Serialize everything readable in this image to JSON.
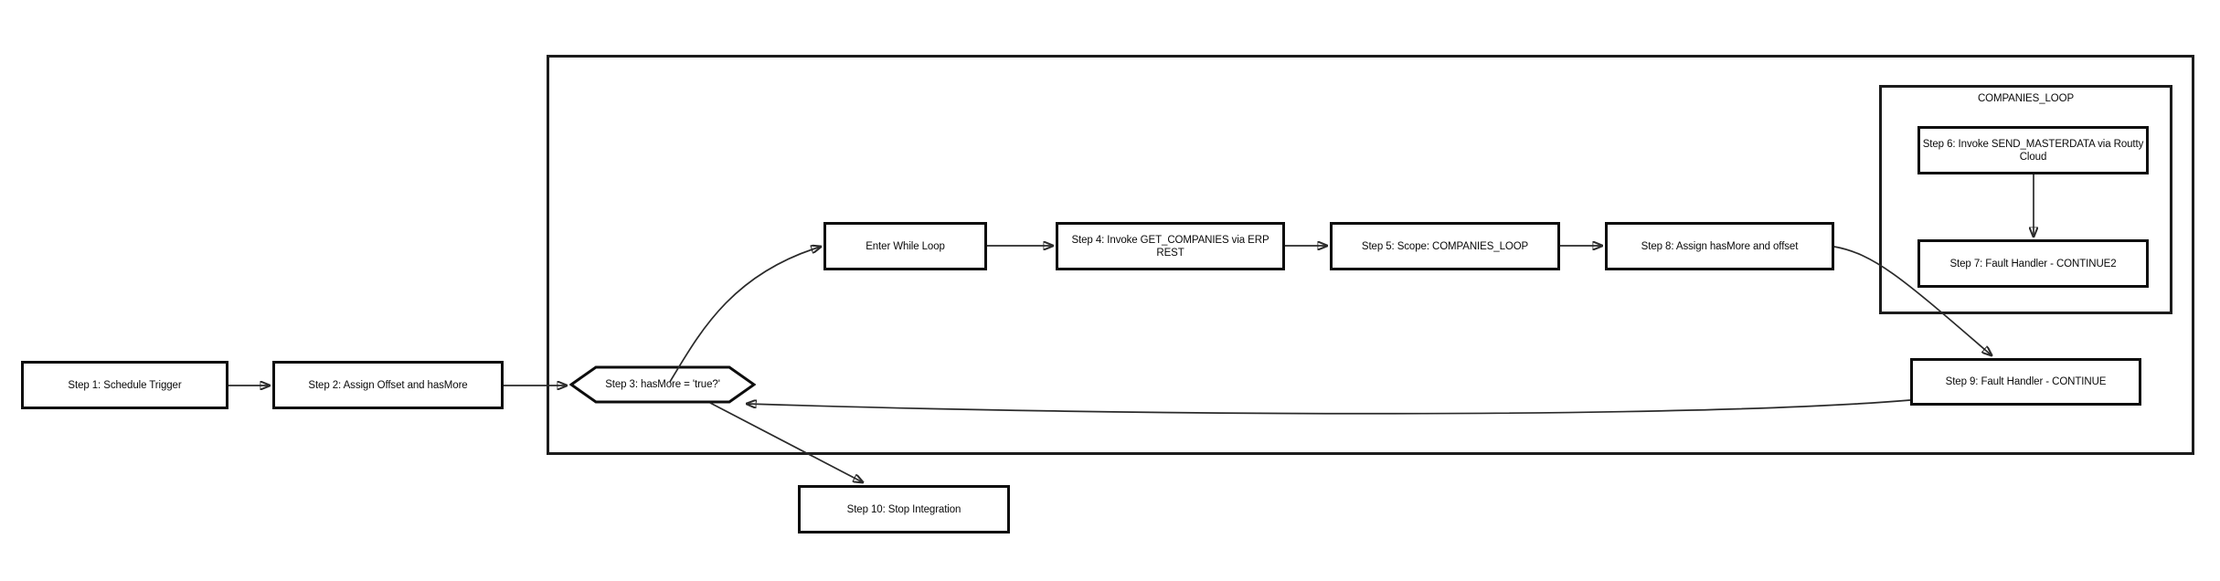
{
  "diagram": {
    "type": "flowchart",
    "background_color": "#ffffff",
    "node_fill_color": "#ffffff",
    "node_border_color": "#0d0d0d",
    "edge_color": "#2a2a2a",
    "text_color": "#0a0a0a",
    "nodes": {
      "step1": {
        "label": "Step 1: Schedule Trigger",
        "shape": "rectangle"
      },
      "step2": {
        "label": "Step 2: Assign Offset and hasMore",
        "shape": "rectangle"
      },
      "step3": {
        "label": "Step 3: hasMore = 'true?'",
        "shape": "hexagon"
      },
      "enter_while": {
        "label": "Enter While Loop",
        "shape": "rectangle"
      },
      "step4": {
        "label": "Step 4: Invoke GET_COMPANIES via ERP REST",
        "shape": "rectangle"
      },
      "step5": {
        "label": "Step 5: Scope: COMPANIES_LOOP",
        "shape": "rectangle"
      },
      "step8": {
        "label": "Step 8: Assign hasMore and offset",
        "shape": "rectangle"
      },
      "step6": {
        "label": "Step 6: Invoke SEND_MASTERDATA via Routty Cloud",
        "shape": "rectangle"
      },
      "step7": {
        "label": "Step 7: Fault Handler - CONTINUE2",
        "shape": "rectangle"
      },
      "step9": {
        "label": "Step 9: Fault Handler - CONTINUE",
        "shape": "rectangle"
      },
      "step10": {
        "label": "Step 10: Stop Integration",
        "shape": "rectangle"
      }
    },
    "containers": {
      "while_loop": {
        "label": ""
      },
      "companies_loop": {
        "label": "COMPANIES_LOOP"
      }
    },
    "edges": [
      {
        "from": "step1",
        "to": "step2"
      },
      {
        "from": "step2",
        "to": "step3"
      },
      {
        "from": "step3",
        "to": "enter_while"
      },
      {
        "from": "enter_while",
        "to": "step4"
      },
      {
        "from": "step4",
        "to": "step5"
      },
      {
        "from": "step5",
        "to": "step8"
      },
      {
        "from": "step6",
        "to": "step7"
      },
      {
        "from": "step8",
        "to": "step9"
      },
      {
        "from": "step9",
        "to": "step3"
      },
      {
        "from": "step3",
        "to": "step10"
      }
    ]
  }
}
